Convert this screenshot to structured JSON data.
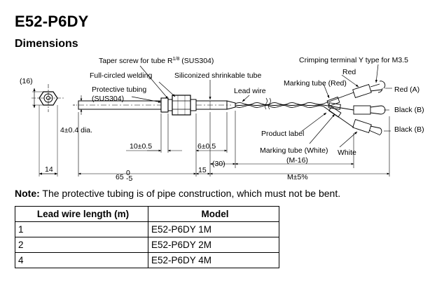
{
  "title": "E52-P6DY",
  "subtitle": "Dimensions",
  "callouts": {
    "dim16": "(16)",
    "taper_screw_prefix": "Taper screw for tube R",
    "taper_screw_frac": "1/8",
    "taper_screw_suffix": " (SUS304)",
    "full_circled_welding": "Full-circled welding",
    "protective_tubing": "Protective tubing",
    "protective_tubing_material": "(SUS304)",
    "siliconized_tube": "Siliconized shrinkable tube",
    "lead_wire": "Lead wire",
    "crimping_terminal": "Crimping terminal Y type for M3.5",
    "red": "Red",
    "marking_tube_red": "Marking tube (Red)",
    "red_a": "Red (A)",
    "black_b1": "Black (B)",
    "black_b2": "Black (B)",
    "diameter": "4±0.4 dia.",
    "product_label": "Product label",
    "marking_tube_white": "Marking tube (White)",
    "white": "White",
    "dim10": "10±0.5",
    "dim6": "6±0.5",
    "dim30": "(30)",
    "dimM16": "(M-16)",
    "dim14": "14",
    "dim65": "65",
    "dim65_tol_upper": "0",
    "dim65_tol_lower": "-5",
    "dim15": "15",
    "dimM5": "M±5%"
  },
  "note": {
    "label": "Note:",
    "text": " The protective tubing is of pipe construction, which must not be bent."
  },
  "table": {
    "headers": [
      "Lead wire length (m)",
      "Model"
    ],
    "rows": [
      [
        "1",
        "E52-P6DY 1M"
      ],
      [
        "2",
        "E52-P6DY 2M"
      ],
      [
        "4",
        "E52-P6DY 4M"
      ]
    ]
  }
}
